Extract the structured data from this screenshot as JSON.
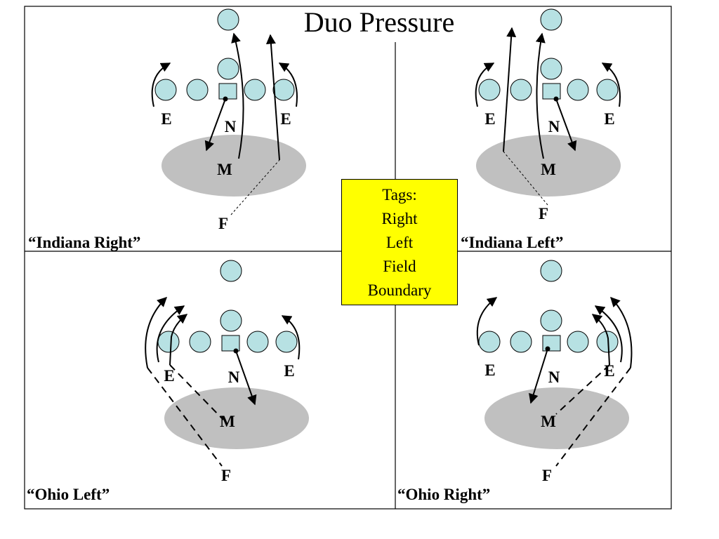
{
  "title": "Duo Pressure",
  "tags": {
    "heading": "Tags:",
    "items": [
      "Right",
      "Left",
      "Field",
      "Boundary"
    ],
    "background_color": "#ffff00"
  },
  "colors": {
    "player_fill": "#b7e1e3",
    "zone_fill": "#c0c0c0",
    "line": "#000000"
  },
  "plays": [
    {
      "name": "“Indiana Right”",
      "labels": {
        "end_left": "E",
        "nose": "N",
        "end_right": "E",
        "mike": "M",
        "free": "F"
      }
    },
    {
      "name": "“Indiana Left”",
      "labels": {
        "end_left": "E",
        "nose": "N",
        "end_right": "E",
        "mike": "M",
        "free": "F"
      }
    },
    {
      "name": "“Ohio Left”",
      "labels": {
        "end_left": "E",
        "nose": "N",
        "end_right": "E",
        "mike": "M",
        "free": "F"
      }
    },
    {
      "name": "“Ohio Right”",
      "labels": {
        "end_left": "E",
        "nose": "N",
        "end_right": "E",
        "mike": "M",
        "free": "F"
      }
    }
  ]
}
